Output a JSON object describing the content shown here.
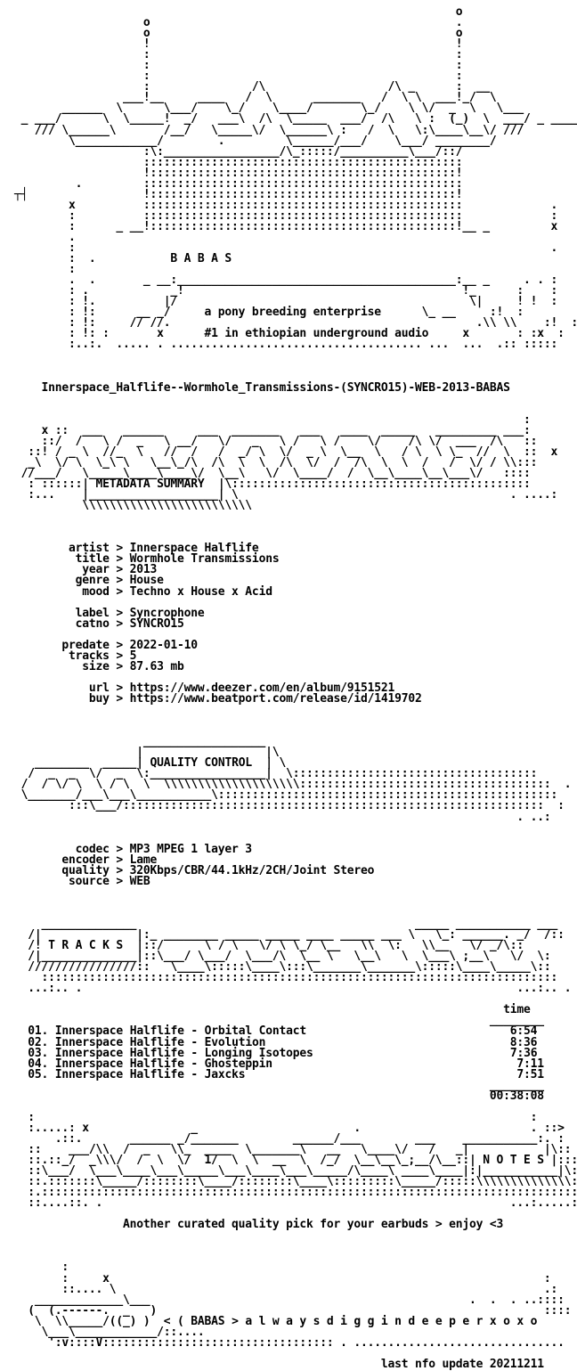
{
  "header": {
    "group": "B A B A S",
    "slogan1": "a pony breeding enterprise",
    "slogan2": "#1 in ethiopian underground audio",
    "release_name": "Innerspace_Halflife--Wormhole_Transmissions-(SYNCRO15)-WEB-2013-BABAS"
  },
  "sections": {
    "metadata": "METADATA SUMMARY",
    "quality": "QUALITY CONTROL",
    "tracks": "T R A C K S",
    "notes": "N O T E S"
  },
  "metadata": {
    "artist": "Innerspace Halflife",
    "title": "Wormhole Transmissions",
    "year": "2013",
    "genre": "House",
    "mood": "Techno x House x Acid",
    "label": "Syncrophone",
    "catno": "SYNCRO15",
    "predate": "2022-01-10",
    "tracks": "5",
    "size": "87.63 mb",
    "url": "https://www.deezer.com/en/album/9151521",
    "buy": "https://www.beatport.com/release/id/1419702"
  },
  "quality": {
    "codec": "MP3 MPEG 1 layer 3",
    "encoder": "Lame",
    "quality": "320Kbps/CBR/44.1kHz/2CH/Joint Stereo",
    "source": "WEB"
  },
  "tracklist": {
    "time_header": "time",
    "items": [
      {
        "num": "01.",
        "title": "Innerspace Halflife - Orbital Contact",
        "time": "6:54"
      },
      {
        "num": "02.",
        "title": "Innerspace Halflife - Evolution",
        "time": "8:36"
      },
      {
        "num": "03.",
        "title": "Innerspace Halflife - Longing Isotopes",
        "time": "7:36"
      },
      {
        "num": "04.",
        "title": "Innerspace Halflife - Ghosteppin",
        "time": "7:11"
      },
      {
        "num": "05.",
        "title": "Innerspace Halflife - Jaxcks",
        "time": "7:51"
      }
    ],
    "total": "00:38:08"
  },
  "notes_text": "Another curated quality pick for your earbuds > enjoy <3",
  "footer": {
    "motto": "< ( BABAS > a l w a y s d i g g i n d e e p e r x o x o",
    "last_update": "last nfo update 20211211"
  }
}
